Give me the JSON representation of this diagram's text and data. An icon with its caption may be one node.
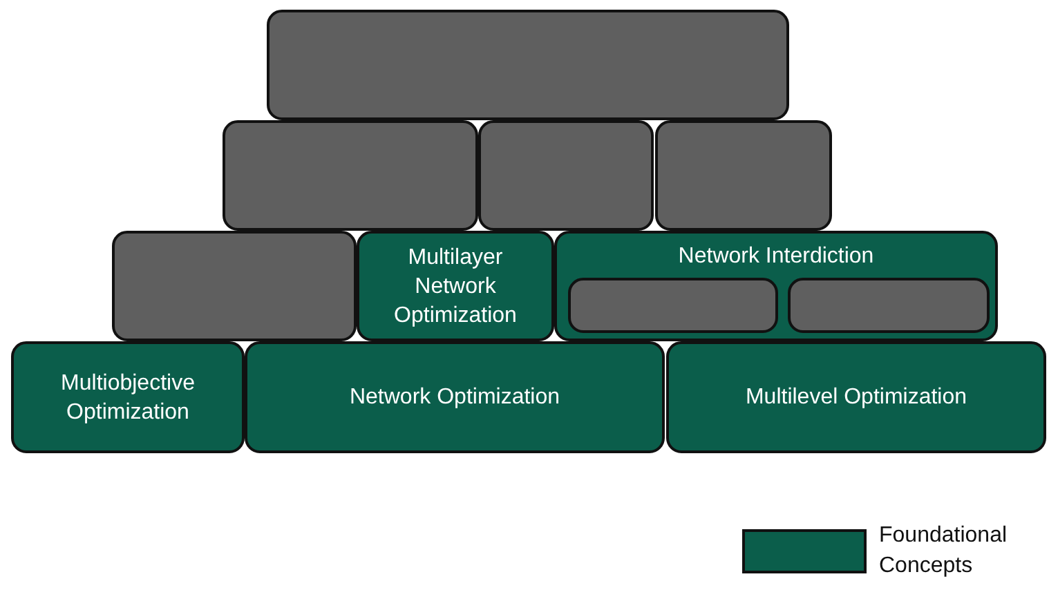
{
  "diagram": {
    "nodes": [
      {
        "text": [],
        "shape": "box"
      },
      {
        "text": [],
        "shape": "box"
      },
      {
        "text": [],
        "shape": "box"
      },
      {
        "text": [],
        "shape": "box"
      },
      {
        "text": [],
        "shape": "box"
      },
      {
        "text": [
          "Multilayer Network Optimization"
        ]
      },
      {
        "text": [
          "Network Interdiction"
        ]
      },
      {
        "text": [],
        "shape": "box",
        "in": 6
      },
      {
        "text": [],
        "shape": "box",
        "in": 6
      },
      {
        "text": [
          "Multiobjective Optimization"
        ]
      },
      {
        "text": [
          "Network Optimization"
        ]
      },
      {
        "text": [
          "Multilevel Optimization"
        ]
      }
    ],
    "legend": [
      {
        "text": "Foundational Concepts",
        "color": "#0b5e4b"
      }
    ]
  }
}
